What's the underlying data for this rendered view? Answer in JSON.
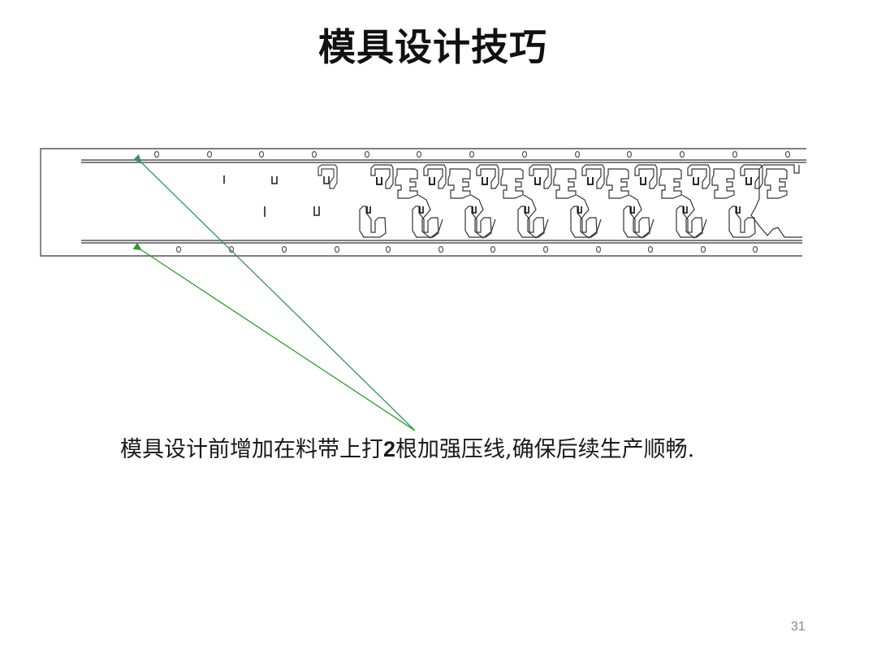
{
  "slide": {
    "title": "模具设计技巧",
    "caption": {
      "before": "模具设计前增加在料带上打",
      "number": "2",
      "after": "根加强压线,确保后续生产顺畅."
    },
    "page_number": "31"
  },
  "figure": {
    "type": "progressive-die-strip-layout",
    "annotations": [
      {
        "name": "upper-reinforcement-line-arrow",
        "color": "#3a8f6e"
      },
      {
        "name": "lower-reinforcement-line-arrow",
        "color": "#2e9a2e"
      }
    ],
    "reinforcement_lines": 2
  }
}
